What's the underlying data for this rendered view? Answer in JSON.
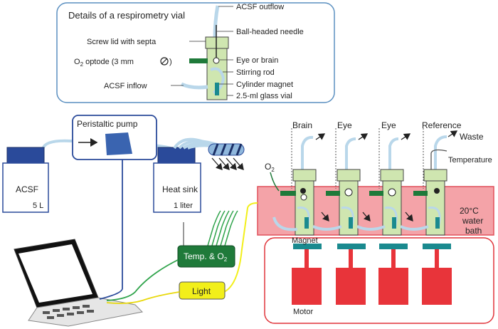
{
  "inset": {
    "title": "Details of a respirometry vial",
    "labels": {
      "acsf_outflow": "ACSF outflow",
      "ball_needle": "Ball-headed needle",
      "screw_lid": "Screw lid with septa",
      "eye_or_brain": "Eye or brain",
      "optode_o": "O",
      "optode_sub": "2",
      "optode_rest": " optode (3 mm ",
      "optode_end": ")",
      "stirring_rod": "Stirring rod",
      "acsf_inflow": "ACSF inflow",
      "cylinder_magnet": "Cylinder magnet",
      "glass_vial": "2.5-ml glass vial"
    }
  },
  "setup": {
    "acsf_bottle": {
      "name": "ACSF",
      "volume": "5 L"
    },
    "pump": "Peristaltic pump",
    "heat_sink": {
      "name": "Heat sink",
      "volume": "1 liter"
    },
    "o2_label": "O",
    "o2_sub": "2",
    "vials": [
      "Brain",
      "Eye",
      "Eye",
      "Reference"
    ],
    "waste": "Waste",
    "temperature": "Temperature",
    "bath_line1": "20°C",
    "bath_line2": "water",
    "bath_line3": "bath",
    "magnet": "Magnet",
    "motor": "Motor",
    "temp_o2_box": "Temp. & O",
    "temp_o2_sub": "2",
    "light_box": "Light"
  },
  "colors": {
    "tube": "#b9d7ea",
    "bottle_cap": "#2a4a9a",
    "bath": "#f4a3a8",
    "motor": "#e8343a",
    "magnet": "#1a8a8f",
    "optode": "#1f7a3a",
    "light": "#f2ef1a",
    "vial": "#cfe6b0"
  }
}
